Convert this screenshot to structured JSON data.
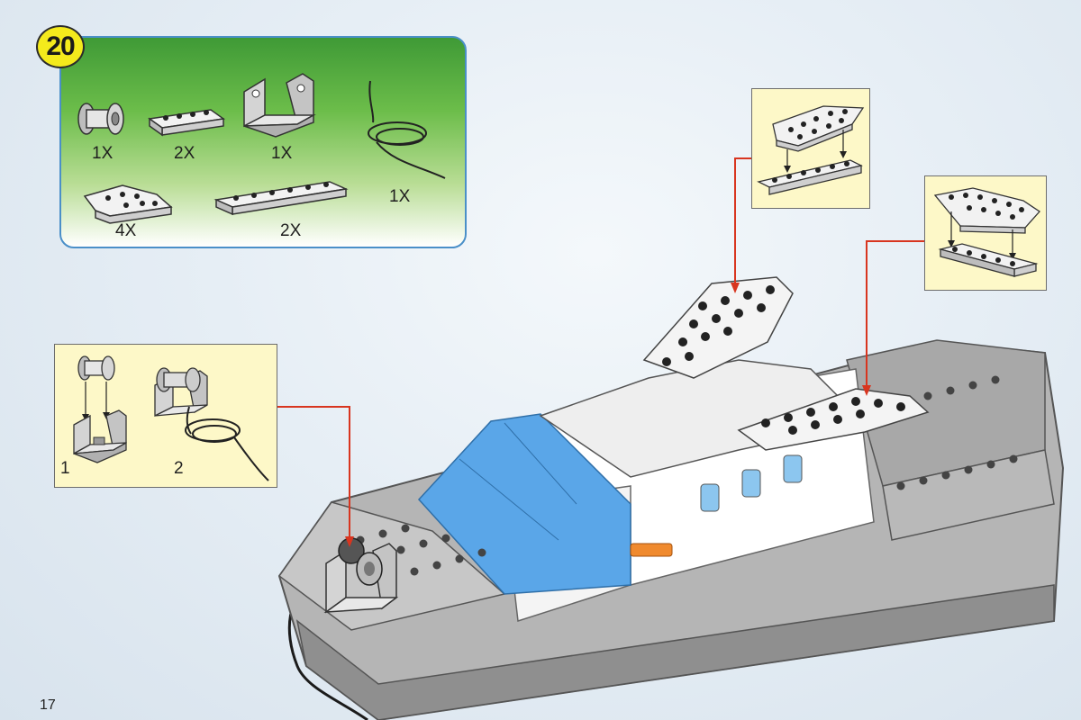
{
  "step": {
    "number": "20"
  },
  "parts": [
    {
      "name": "winch-drum",
      "qty": "1X"
    },
    {
      "name": "plate-1x4",
      "qty": "2X"
    },
    {
      "name": "winch-bracket",
      "qty": "1X"
    },
    {
      "name": "string-cord",
      "qty": "1X"
    },
    {
      "name": "wedge-plate",
      "qty": "4X"
    },
    {
      "name": "plate-1x6",
      "qty": "2X"
    }
  ],
  "sub_steps": {
    "first": "1",
    "second": "2"
  },
  "page_number": "17",
  "colors": {
    "panel_green": "#5aad3f",
    "badge_yellow": "#f4ea1c",
    "callout_bg": "#fdf8c8",
    "pointer_red": "#d8351f",
    "hull_gray": "#a9a9a9",
    "canopy_blue": "#5aa6e8"
  }
}
